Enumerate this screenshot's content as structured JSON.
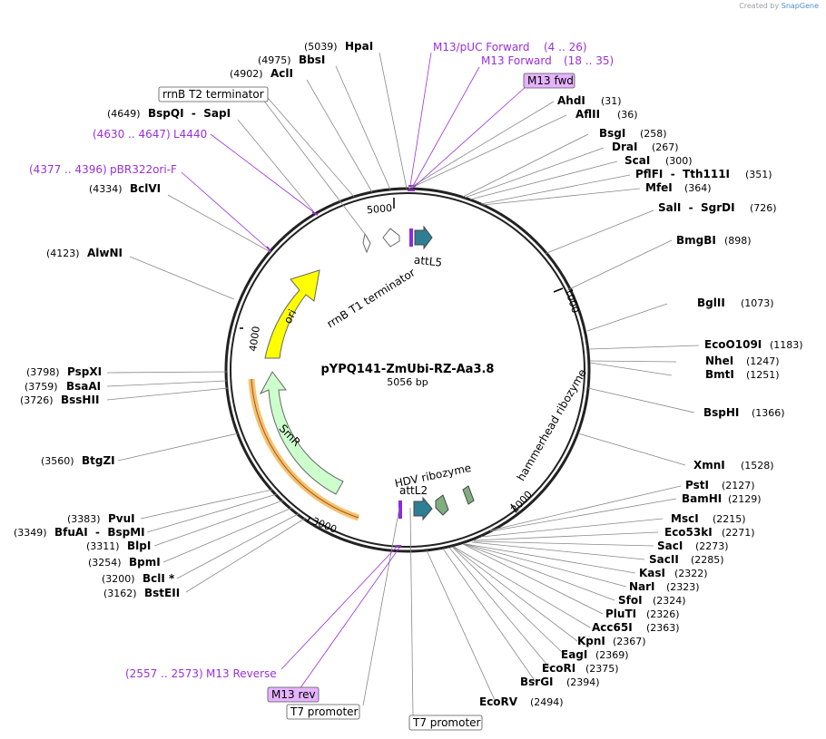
{
  "credit": {
    "prefix": "Created by",
    "brand": "SnapGene"
  },
  "plasmid": {
    "name": "pYPQ141-ZmUbi-RZ-Aa3.8",
    "length": "5056 bp"
  },
  "colors": {
    "primer": "#9b30d9",
    "primer_box": "#e6b3ff",
    "ori": "#ffff00",
    "smr": "#ccffcc",
    "att": "#2e7f93",
    "ribozyme": "#7fae80",
    "highlight": "#f5c26b"
  },
  "tick_labels": [
    "5000",
    "1000",
    "2000",
    "3000",
    "4000"
  ],
  "right_labels": [
    {
      "name": "AhdI",
      "pos": "(31)"
    },
    {
      "name": "AflII",
      "pos": "(36)"
    },
    {
      "name": "BsgI",
      "pos": "(258)"
    },
    {
      "name": "DraI",
      "pos": "(267)"
    },
    {
      "name": "ScaI",
      "pos": "(300)"
    },
    {
      "name": "PflFI  -  Tth111I",
      "pos": "(351)"
    },
    {
      "name": "MfeI",
      "pos": "(364)"
    },
    {
      "name": "SalI  -  SgrDI",
      "pos": "(726)"
    },
    {
      "name": "BmgBI",
      "pos": "(898)"
    },
    {
      "name": "BglII",
      "pos": "(1073)"
    },
    {
      "name": "EcoO109I",
      "pos": "(1183)"
    },
    {
      "name": "NheI",
      "pos": "(1247)"
    },
    {
      "name": "BmtI",
      "pos": "(1251)"
    },
    {
      "name": "BspHI",
      "pos": "(1366)"
    },
    {
      "name": "XmnI",
      "pos": "(1528)"
    },
    {
      "name": "PstI",
      "pos": "(2127)"
    },
    {
      "name": "BamHI",
      "pos": "(2129)"
    },
    {
      "name": "MscI",
      "pos": "(2215)"
    },
    {
      "name": "Eco53kI",
      "pos": "(2271)"
    },
    {
      "name": "SacI",
      "pos": "(2273)"
    },
    {
      "name": "SacII",
      "pos": "(2285)"
    },
    {
      "name": "KasI",
      "pos": "(2322)"
    },
    {
      "name": "NarI",
      "pos": "(2323)"
    },
    {
      "name": "SfoI",
      "pos": "(2324)"
    },
    {
      "name": "PluTI",
      "pos": "(2326)"
    },
    {
      "name": "Acc65I",
      "pos": "(2363)"
    },
    {
      "name": "KpnI",
      "pos": "(2367)"
    },
    {
      "name": "EagI",
      "pos": "(2369)"
    },
    {
      "name": "EcoRI",
      "pos": "(2375)"
    },
    {
      "name": "BsrGI",
      "pos": "(2394)"
    },
    {
      "name": "EcoRV",
      "pos": "(2494)"
    }
  ],
  "left_labels": [
    {
      "name": "HpaI",
      "pos": "(5039)"
    },
    {
      "name": "BbsI",
      "pos": "(4975)"
    },
    {
      "name": "AclI",
      "pos": "(4902)"
    },
    {
      "name": "BspQI  -  SapI",
      "pos": "(4649)"
    },
    {
      "name": "BclVI",
      "pos": "(4334)"
    },
    {
      "name": "AlwNI",
      "pos": "(4123)"
    },
    {
      "name": "PspXI",
      "pos": "(3798)"
    },
    {
      "name": "BsaAI",
      "pos": "(3759)"
    },
    {
      "name": "BssHII",
      "pos": "(3726)"
    },
    {
      "name": "BtgZI",
      "pos": "(3560)"
    },
    {
      "name": "PvuI",
      "pos": "(3383)"
    },
    {
      "name": "BfuAI  -  BspMI",
      "pos": "(3349)"
    },
    {
      "name": "BlpI",
      "pos": "(3311)"
    },
    {
      "name": "BpmI",
      "pos": "(3254)"
    },
    {
      "name": "BclI *",
      "pos": "(3200)"
    },
    {
      "name": "BstEII",
      "pos": "(3162)"
    }
  ],
  "primers": [
    {
      "name": "M13/pUC Forward",
      "range": "(4 .. 26)"
    },
    {
      "name": "M13 Forward",
      "range": "(18 .. 35)"
    },
    {
      "name": "L4440",
      "range": "(4630 .. 4647)"
    },
    {
      "name": "pBR322ori-F",
      "range": "(4377 .. 4396)"
    },
    {
      "name": "M13 Reverse",
      "range": "(2557 .. 2573)"
    }
  ],
  "boxed_labels": {
    "m13_fwd": "M13 fwd",
    "m13_rev": "M13 rev",
    "rrnb_t2": "rrnB T2 terminator",
    "t7_a": "T7 promoter",
    "t7_b": "T7 promoter"
  },
  "features": {
    "attL5": "attL5",
    "rrnb_t1": "rrnB T1 terminator",
    "ori": "ori",
    "smr": "SmR",
    "hdv": "HDV ribozyme",
    "hammerhead": "hammerhead ribozyme",
    "attL2": "attL2"
  }
}
